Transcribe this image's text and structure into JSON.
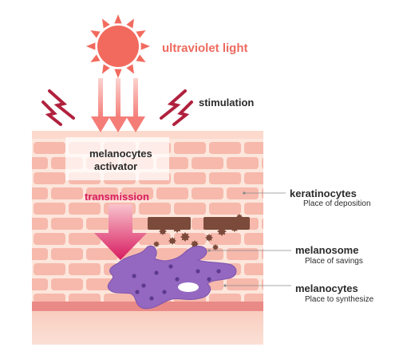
{
  "labels": {
    "uv": "ultraviolet light",
    "stimulation": "stimulation",
    "activator_line1": "melanocytes",
    "activator_line2": "activator",
    "transmission": "transmission",
    "keratinocytes": "keratinocytes",
    "keratinocytes_sub": "Place of deposition",
    "melanosome": "melanosome",
    "melanosome_sub": "Place of savings",
    "melanocytes": "melanocytes",
    "melanocytes_sub": "Place to synthesize"
  },
  "icons": {
    "sun": "sun-icon",
    "stimulation": "lightning-icon"
  },
  "colors": {
    "sun": "#f26a5e",
    "uv_rays": "#f47d78",
    "skin_cells": "#f6b9ac",
    "skin_base": "#fbd6c8",
    "transmission_arrow": "#d81b60",
    "melanocyte": "#9468c0",
    "melanin": "#7b4a3a",
    "stimulation": "#b0213e"
  }
}
